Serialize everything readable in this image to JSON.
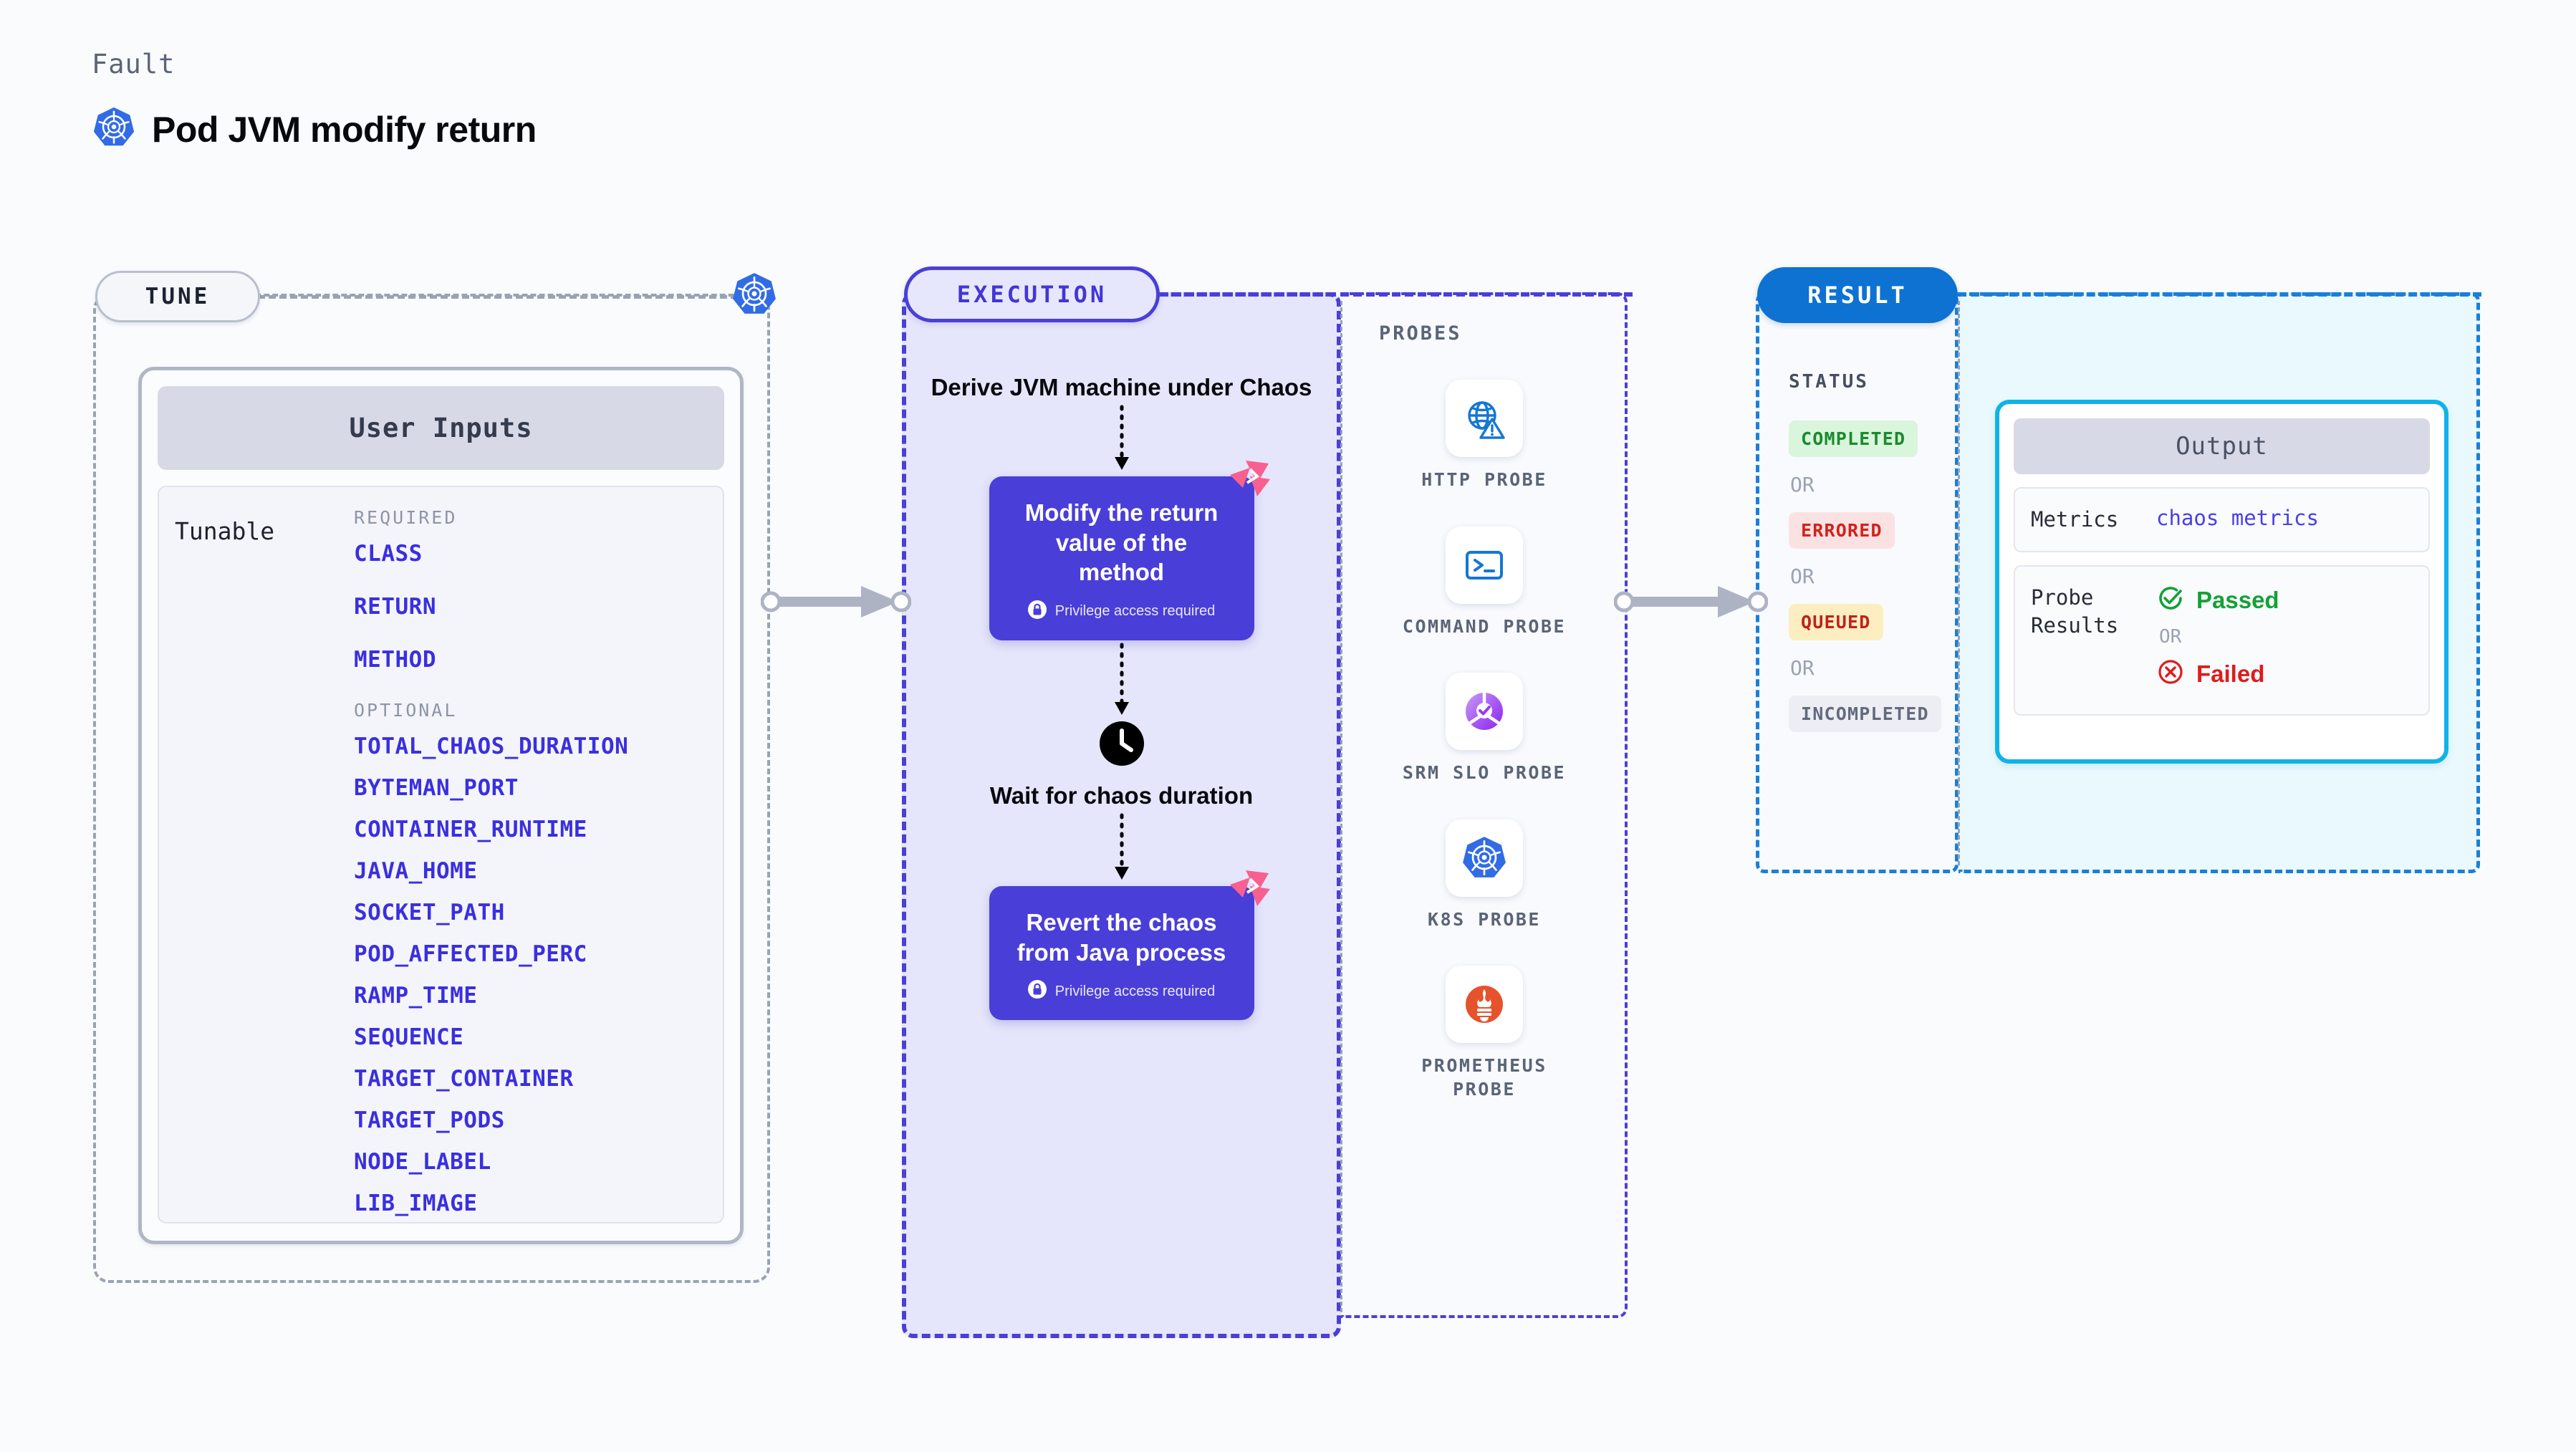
{
  "header": {
    "eyebrow": "Fault",
    "title": "Pod JVM modify return",
    "icon": "kubernetes-icon"
  },
  "tune": {
    "pill_label": "TUNE",
    "card_header": "User Inputs",
    "tunable_label": "Tunable",
    "required_head": "REQUIRED",
    "required": [
      "CLASS",
      "RETURN",
      "METHOD"
    ],
    "optional_head": "OPTIONAL",
    "optional": [
      "TOTAL_CHAOS_DURATION",
      "BYTEMAN_PORT",
      "CONTAINER_RUNTIME",
      "JAVA_HOME",
      "SOCKET_PATH",
      "POD_AFFECTED_PERC",
      "RAMP_TIME",
      "SEQUENCE",
      "TARGET_CONTAINER",
      "TARGET_PODS",
      "NODE_LABEL",
      "LIB_IMAGE"
    ]
  },
  "execution": {
    "pill_label": "EXECUTION",
    "steps": [
      {
        "type": "text",
        "label": "Derive JVM machine under Chaos"
      },
      {
        "type": "node",
        "label": "Modify the return value of the method",
        "privilege": "Privilege access required",
        "badge": "litmus-icon"
      },
      {
        "type": "wait",
        "icon": "clock-icon",
        "label": "Wait for chaos duration"
      },
      {
        "type": "node",
        "label": "Revert the chaos from Java process",
        "privilege": "Privilege access required",
        "badge": "litmus-icon"
      }
    ]
  },
  "probes": {
    "title": "PROBES",
    "items": [
      {
        "label": "HTTP PROBE",
        "icon": "globe-warning-icon"
      },
      {
        "label": "COMMAND PROBE",
        "icon": "terminal-icon"
      },
      {
        "label": "SRM SLO PROBE",
        "icon": "srm-slo-icon"
      },
      {
        "label": "K8S PROBE",
        "icon": "kubernetes-icon"
      },
      {
        "label": "PROMETHEUS PROBE",
        "icon": "prometheus-icon"
      }
    ]
  },
  "result": {
    "pill_label": "RESULT",
    "status_title": "STATUS",
    "or_label": "OR",
    "statuses": [
      {
        "label": "COMPLETED",
        "color": "#1a8a2e",
        "bg": "#d9f5dc"
      },
      {
        "label": "ERRORED",
        "color": "#d4211b",
        "bg": "#fbe2e2"
      },
      {
        "label": "QUEUED",
        "color": "#c2211b",
        "bg": "#fdeec2"
      },
      {
        "label": "INCOMPLETED",
        "color": "#636b7d",
        "bg": "#eceef4"
      }
    ],
    "output": {
      "header": "Output",
      "metrics_key": "Metrics",
      "metrics_value": "chaos metrics",
      "probe_results_key": "Probe Results",
      "passed": "Passed",
      "or_label": "OR",
      "failed": "Failed"
    }
  },
  "colors": {
    "background": "#f9fbfd",
    "purple": "#4a3ed8",
    "purple_fill": "#e5e6fb",
    "blue": "#0d72d2",
    "cyan": "#10b2e8",
    "pink": "#f8608f",
    "link_blue": "#3a2fe0",
    "green": "#12a237",
    "red": "#e01b1b"
  }
}
